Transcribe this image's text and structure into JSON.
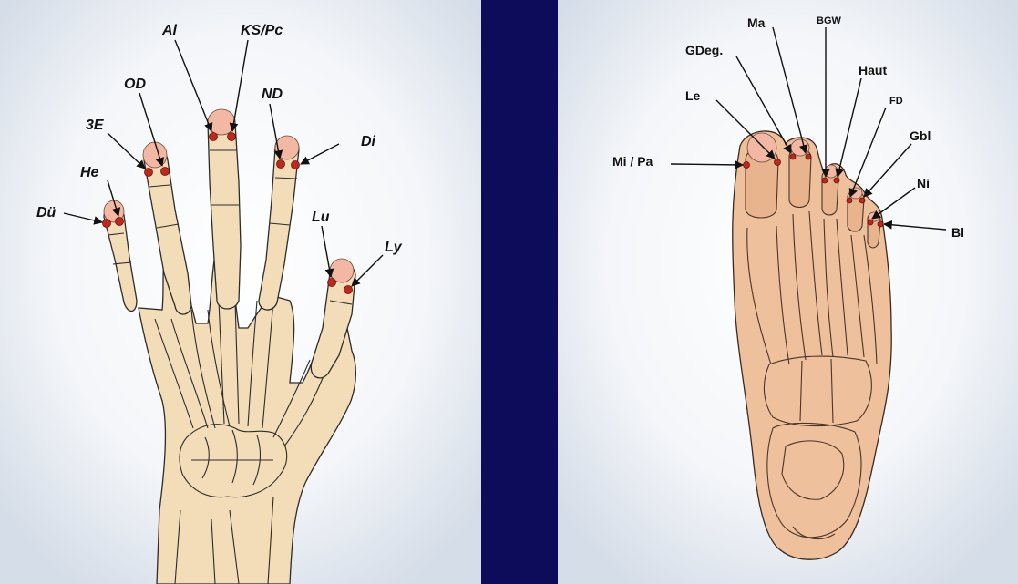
{
  "colors": {
    "background_left": "#e6ecf3",
    "divider": "#0d0c5a",
    "bone_fill": "#f3dcb8",
    "foot_fill": "#eec09c",
    "nail": "#f2b8a4",
    "point": "#c0281e"
  },
  "hand": {
    "labels": {
      "du": "Dü",
      "he": "He",
      "three_e": "3E",
      "od": "OD",
      "al": "Al",
      "ks_pc": "KS/Pc",
      "nd": "ND",
      "di": "Di",
      "lu": "Lu",
      "ly": "Ly"
    }
  },
  "foot": {
    "labels": {
      "mi_pa": "Mi / Pa",
      "le": "Le",
      "gdeg": "GDeg.",
      "ma": "Ma",
      "bgw": "BGW",
      "haut": "Haut",
      "fd": "FD",
      "gbl": "Gbl",
      "ni": "Ni",
      "bl": "Bl"
    }
  }
}
